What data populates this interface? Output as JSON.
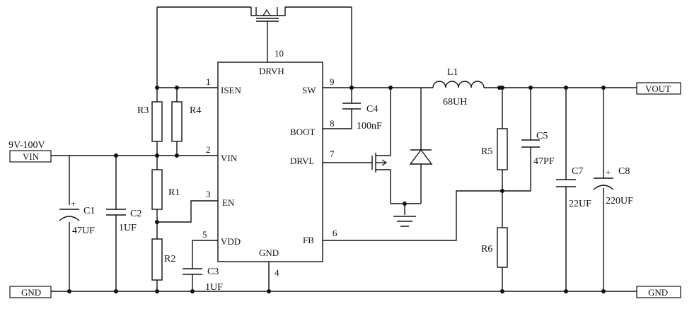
{
  "ic": {
    "pins": {
      "drvh": "DRVH",
      "isen": "ISEN",
      "vin": "VIN",
      "en": "EN",
      "vdd": "VDD",
      "gnd": "GND",
      "sw": "SW",
      "boot": "BOOT",
      "drvl": "DRVL",
      "fb": "FB"
    },
    "pin_numbers": {
      "isen": "1",
      "vin": "2",
      "en": "3",
      "gnd": "4",
      "vdd": "5",
      "fb": "6",
      "drvl": "7",
      "boot": "8",
      "sw": "9",
      "drvh": "10"
    }
  },
  "ports": {
    "vin": "VIN",
    "vin_range": "9V-100V",
    "gnd_left": "GND",
    "gnd_right": "GND",
    "vout": "VOUT"
  },
  "components": {
    "r1": "R1",
    "r2": "R2",
    "r3": "R3",
    "r4": "R4",
    "r5": "R5",
    "r6": "R6",
    "c1": {
      "name": "C1",
      "value": "47UF",
      "polarity": "+"
    },
    "c2": {
      "name": "C2",
      "value": "1UF"
    },
    "c3": {
      "name": "C3",
      "value": "1UF"
    },
    "c4": {
      "name": "C4",
      "value": "100nF"
    },
    "c5": {
      "name": "C5",
      "value": "47PF"
    },
    "c7": {
      "name": "C7",
      "value": "22UF"
    },
    "c8": {
      "name": "C8",
      "value": "220UF",
      "polarity": "+"
    },
    "l1": {
      "name": "L1",
      "value": "68UH"
    }
  }
}
